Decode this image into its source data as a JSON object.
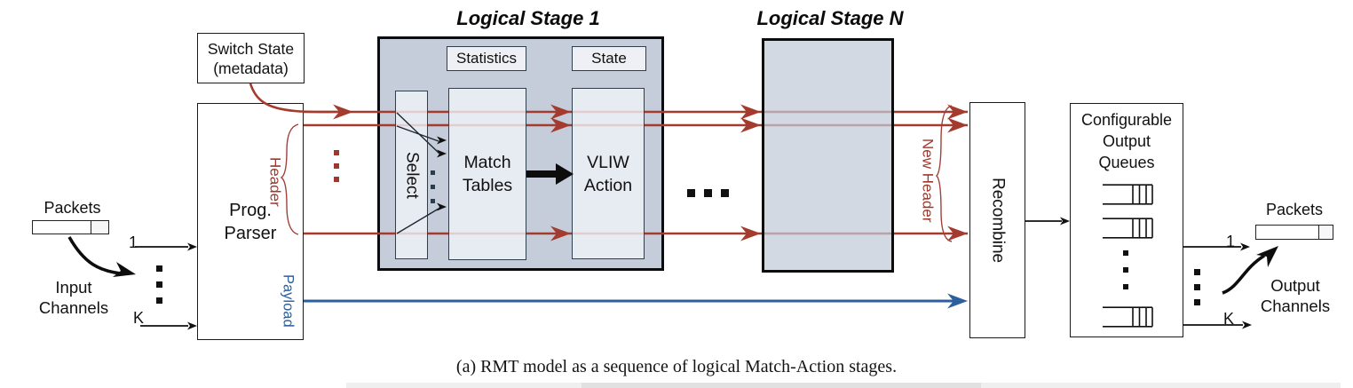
{
  "figure": {
    "caption": "(a) RMT model as a sequence of logical Match-Action stages."
  },
  "input_side": {
    "packets_label": "Packets",
    "channels_label_line1": "Input",
    "channels_label_line2": "Channels",
    "first_channel": "1",
    "last_channel": "K"
  },
  "switch_state_box": {
    "line1": "Switch State",
    "line2": "(metadata)"
  },
  "parser_box": {
    "line1": "Prog.",
    "line2": "Parser"
  },
  "flow_labels": {
    "header": "Header",
    "payload": "Payload",
    "new_header": "New Header"
  },
  "stage1": {
    "title": "Logical Stage 1",
    "statistics": "Statistics",
    "state": "State",
    "select": "Select",
    "match_tables": [
      "Match",
      "Tables"
    ],
    "vliw_action": [
      "VLIW",
      "Action"
    ]
  },
  "stageN": {
    "title": "Logical Stage N"
  },
  "recombine_box": {
    "label": "Recombine"
  },
  "output_queues_box": {
    "title": [
      "Configurable",
      "Output",
      "Queues"
    ]
  },
  "output_side": {
    "packets_label": "Packets",
    "channels_label_line1": "Output",
    "channels_label_line2": "Channels",
    "first_channel": "1",
    "last_channel": "K"
  },
  "colors": {
    "flow_red": "#a43b2f",
    "payload_blue": "#2b5f9e",
    "stage1_fill": "#c4cdd9",
    "stageN_fill": "#d3d9e3",
    "inner_box_fill": "#eef0f5"
  }
}
